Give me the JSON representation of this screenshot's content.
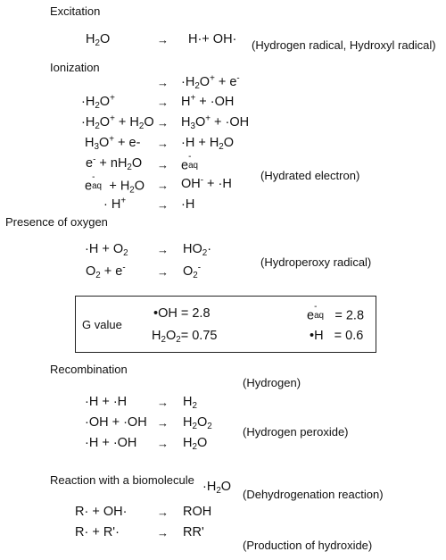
{
  "sections": {
    "excitation": "Excitation",
    "ionization": "Ionization",
    "oxygen": "Presence of oxygen",
    "recombination": "Recombination",
    "biomolecule": "Reaction with a biomolecule"
  },
  "arrow": "→",
  "notes": {
    "excitation": "(Hydrogen radical, Hydroxyl radical)",
    "hydrated_electron": "(Hydrated electron)",
    "hydroperoxy": "(Hydroperoxy radical)",
    "hydrogen": "(Hydrogen)",
    "hydrogen_peroxide": "(Hydrogen peroxide)",
    "dehydrogenation": "(Dehydrogenation reaction)",
    "hydroxide": "(Production of hydroxide)"
  },
  "gvalue": {
    "label": "G value",
    "oh_value": "2.8",
    "eaq_value": "2.8",
    "h2o2_value": "0.75",
    "h_value": "0.6"
  },
  "colors": {
    "text": "#111111",
    "box_border": "#222222",
    "background": "#ffffff"
  }
}
